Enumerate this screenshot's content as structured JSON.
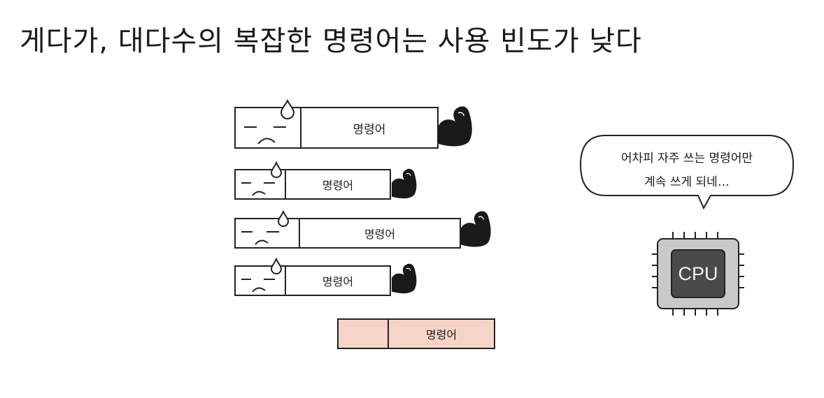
{
  "title": "게다가, 대다수의 복잡한 명령어는 사용 빈도가 낮다",
  "instructions": [
    {
      "label": "명령어",
      "kind": "complex"
    },
    {
      "label": "명령어",
      "kind": "complex"
    },
    {
      "label": "명령어",
      "kind": "complex"
    },
    {
      "label": "명령어",
      "kind": "complex"
    },
    {
      "label": "명령어",
      "kind": "simple"
    }
  ],
  "bubble": {
    "line1": "어차피 자주 쓰는 명령어만",
    "line2": "계속 쓰게 되네…"
  },
  "cpu": {
    "label": "CPU"
  },
  "colors": {
    "ink": "#222222",
    "simple_fill": "#f6d5c8",
    "cpu_outer": "#c9c9c9",
    "cpu_inner": "#4a4a4a"
  }
}
